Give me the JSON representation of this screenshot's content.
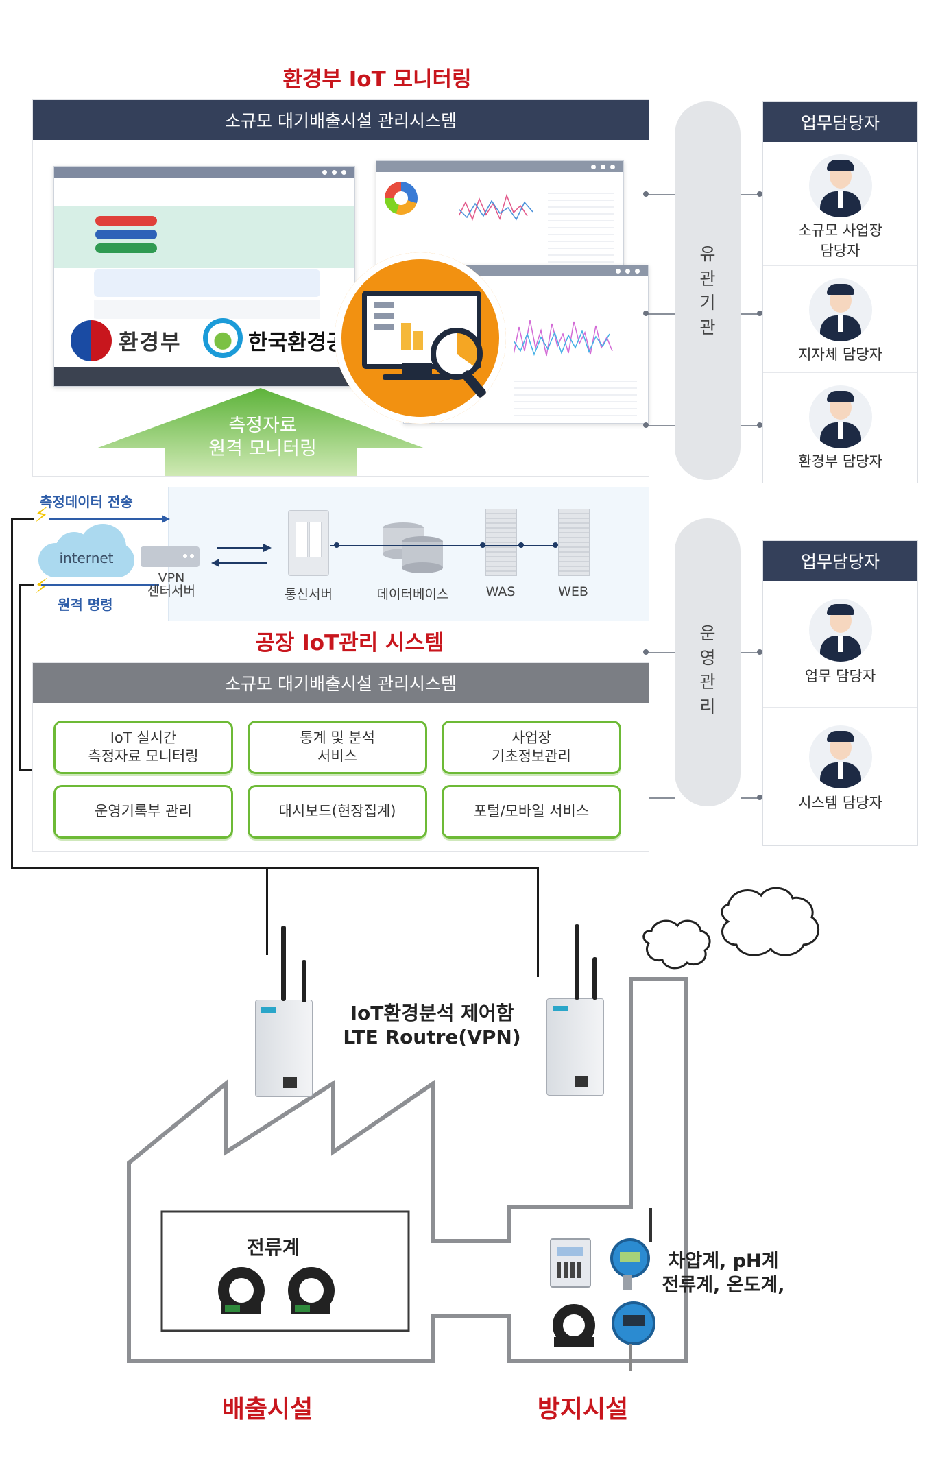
{
  "top_title": "환경부 IoT 모니터링",
  "top_panel": {
    "header": "소규모 대기배출시설 관리시스템",
    "logo_ministry": "환경부",
    "logo_corp": "한국환경공단",
    "arrow_label": "측정자료\n원격 모니터링"
  },
  "right_pill_top": "유\n관\n기\n관",
  "right_pill_bottom": "운\n영\n관\n리",
  "roles_top": {
    "header": "업무담당자",
    "items": [
      "소규모 사업장\n담당자",
      "지자체 담당자",
      "환경부 담당자"
    ]
  },
  "roles_bottom": {
    "header": "업무담당자",
    "items": [
      "업무 담당자",
      "시스템 담당자"
    ]
  },
  "network": {
    "send_label": "측정데이터 전송",
    "cmd_label": "원격 명령",
    "internet": "internet",
    "vpn": "VPN\n센터서버",
    "servers": [
      "통신서버",
      "데이터베이스",
      "WAS",
      "WEB"
    ]
  },
  "factory_title": "공장 IoT관리 시스템",
  "bottom_panel": {
    "header": "소규모 대기배출시설 관리시스템",
    "services": [
      "IoT 실시간\n측정자료 모니터링",
      "통계 및 분석\n서비스",
      "사업장\n기초정보관리",
      "운영기록부 관리",
      "대시보드(현장집계)",
      "포털/모바일 서비스"
    ]
  },
  "router_label": "IoT환경분석 제어함\nLTE Routre(VPN)",
  "current_meter_label": "전류계",
  "sensors_label": "차압계, pH계\n전류계, 온도계,",
  "emission_label": "배출시설",
  "prevention_label": "방지시설",
  "colors": {
    "accent_red": "#c8161d",
    "panel_dark": "#34405a",
    "panel_gray": "#7b7e84",
    "green_button": "#6dba36",
    "orange_badge": "#f29111"
  }
}
